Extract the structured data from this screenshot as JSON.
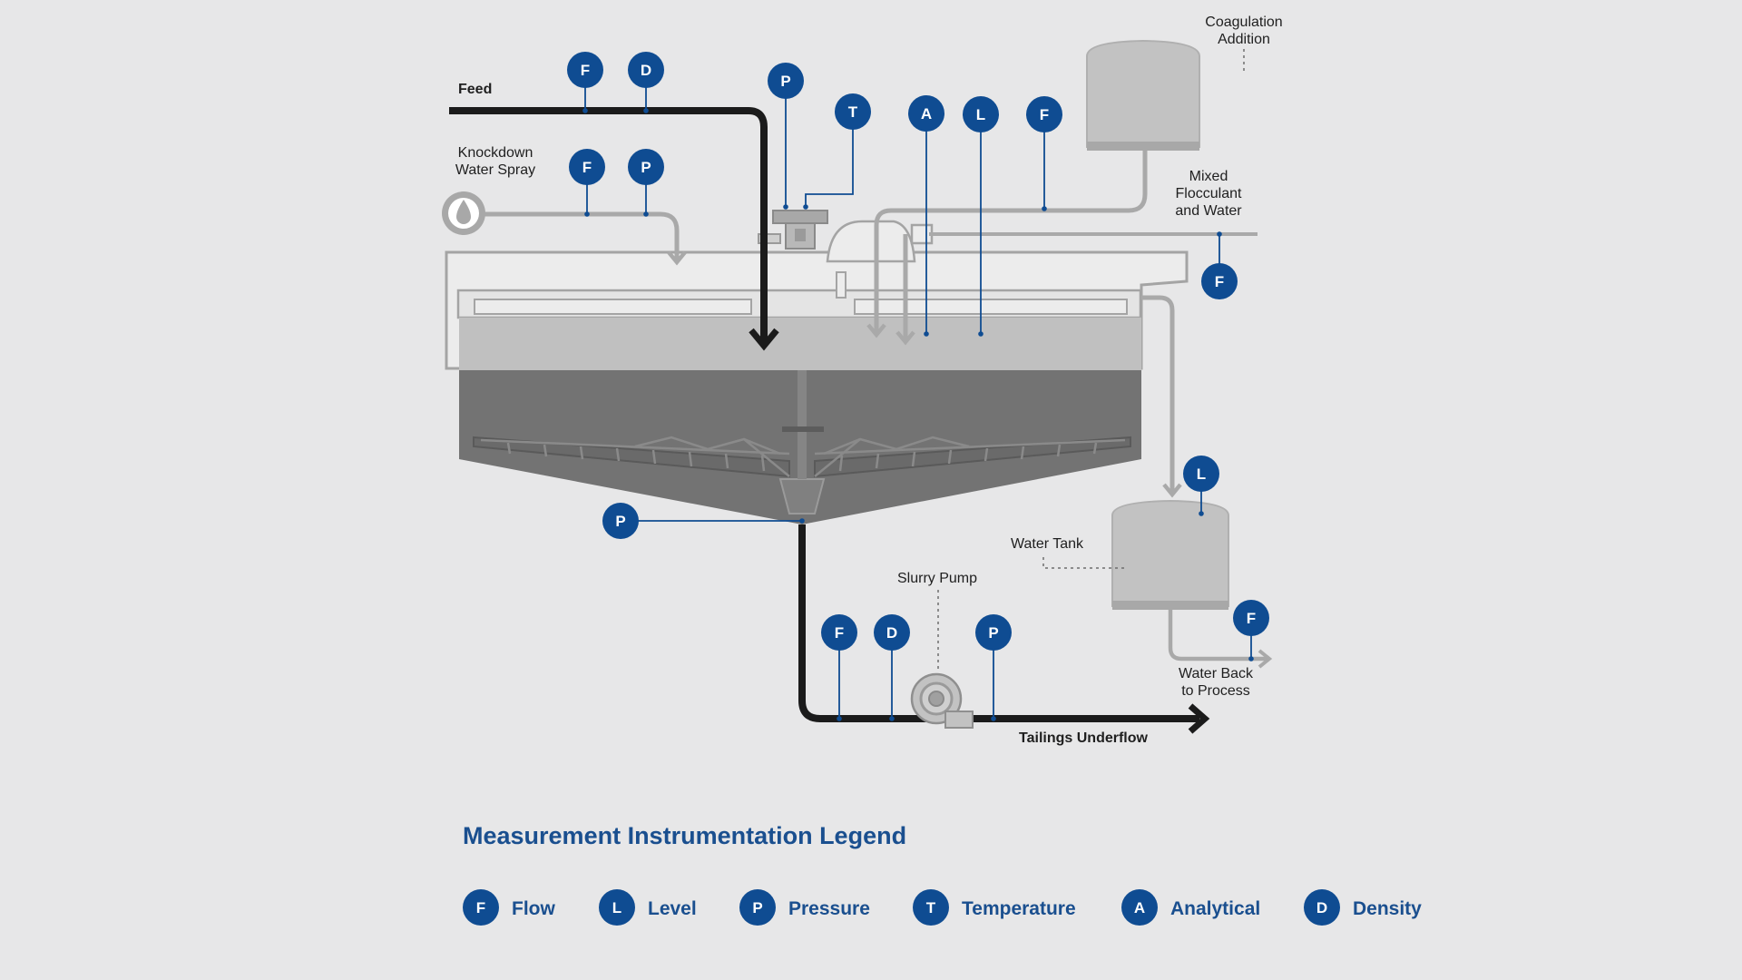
{
  "colors": {
    "badge": "#0f4c92",
    "legend_text": "#1a4f8f",
    "pipe_dark": "#1b1b1b",
    "pipe_light": "#a9a9a9",
    "tank_light": "#c4c4c4",
    "tank_mid": "#b3b3b3",
    "slurry": "#737373",
    "background": "#e7e7e8"
  },
  "labels": {
    "feed": "Feed",
    "knockdown_1": "Knockdown",
    "knockdown_2": "Water Spray",
    "coag_1": "Coagulation",
    "coag_2": "Addition",
    "mixed_1": "Mixed",
    "mixed_2": "Flocculant",
    "mixed_3": "and Water",
    "water_tank": "Water Tank",
    "slurry_pump": "Slurry Pump",
    "water_back_1": "Water Back",
    "water_back_2": "to Process",
    "tailings": "Tailings Underflow"
  },
  "instruments": {
    "feed_flow": "F",
    "feed_density": "D",
    "spray_flow": "F",
    "spray_pressure": "P",
    "drive_pressure": "P",
    "drive_temperature": "T",
    "tank_analytical": "A",
    "tank_level": "L",
    "coag_flow": "F",
    "floc_flow": "F",
    "underflow_pressure": "P",
    "water_tank_level": "L",
    "water_return_flow": "F",
    "tailings_flow": "F",
    "tailings_density": "D",
    "pump_pressure": "P"
  },
  "legend": {
    "title": "Measurement Instrumentation Legend",
    "items": [
      {
        "letter": "F",
        "label": "Flow"
      },
      {
        "letter": "L",
        "label": "Level"
      },
      {
        "letter": "P",
        "label": "Pressure"
      },
      {
        "letter": "T",
        "label": "Temperature"
      },
      {
        "letter": "A",
        "label": "Analytical"
      },
      {
        "letter": "D",
        "label": "Density"
      }
    ]
  }
}
